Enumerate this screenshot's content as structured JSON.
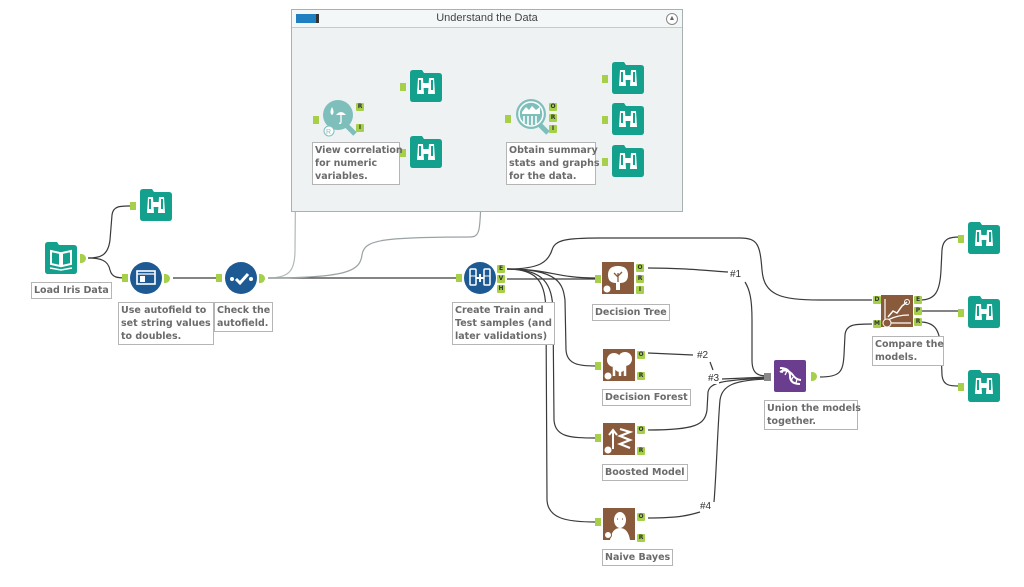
{
  "container": {
    "title": "Understand the Data",
    "toggle_icon": "container-toggle-icon",
    "collapse_icon": "collapse-up-icon"
  },
  "tools": {
    "load": {
      "label": "Load Iris Data",
      "icon": "input-data-book-icon",
      "color": "#13a08c"
    },
    "autofield": {
      "label": "Use autofield to\nset string values\nto doubles.",
      "icon": "autofield-icon",
      "color": "#1d5a94"
    },
    "check": {
      "label": "Check the\nautofield.",
      "icon": "field-info-check-icon",
      "color": "#1d5a94"
    },
    "correlation": {
      "label": "View correlation\nfor numeric\nvariables.",
      "icon": "association-analysis-icon",
      "color": "#7fbfbb"
    },
    "summary": {
      "label": "Obtain summary\nstats and graphs\nfor the data.",
      "icon": "field-summary-icon",
      "color": "#7fbfbb"
    },
    "samples": {
      "label": "Create Train and\nTest samples (and\nlater validations)",
      "icon": "create-samples-icon",
      "color": "#1d5a94"
    },
    "decision_tree": {
      "label": "Decision Tree",
      "icon": "decision-tree-icon",
      "color": "#8a5a3c"
    },
    "decision_forest": {
      "label": "Decision Forest",
      "icon": "forest-model-icon",
      "color": "#8a5a3c"
    },
    "boosted": {
      "label": "Boosted Model",
      "icon": "boosted-model-icon",
      "color": "#8a5a3c"
    },
    "naive_bayes": {
      "label": "Naive Bayes",
      "icon": "naive-bayes-icon",
      "color": "#8a5a3c"
    },
    "union": {
      "label": "Union the models\ntogether.",
      "icon": "union-dna-icon",
      "color": "#6b3d8e"
    },
    "compare": {
      "label": "Compare the\nmodels.",
      "icon": "model-comparison-icon",
      "color": "#8a5a3c"
    }
  },
  "browse_icon": "browse-binoculars-icon",
  "browse_color": "#13a08c",
  "anchors": {
    "correlation": [
      "R",
      "I"
    ],
    "summary": [
      "O",
      "R",
      "I"
    ],
    "samples": [
      "E",
      "V",
      "H"
    ],
    "decision_tree": [
      "O",
      "R",
      "I"
    ],
    "decision_forest": [
      "O",
      "R"
    ],
    "boosted": [
      "O",
      "R"
    ],
    "naive_bayes": [
      "O",
      "R"
    ],
    "compare_in": [
      "D",
      "M"
    ],
    "compare_out": [
      "E",
      "P",
      "R"
    ]
  },
  "connection_tags": [
    "#1",
    "#2",
    "#3",
    "#4"
  ],
  "wire_color": "#3a3a3a"
}
